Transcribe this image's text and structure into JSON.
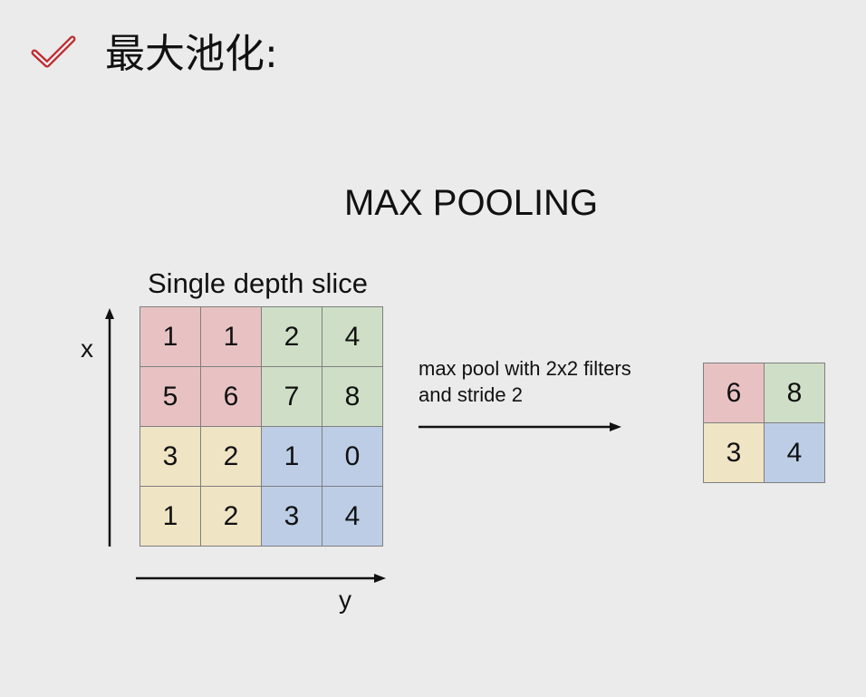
{
  "heading": "最大池化:",
  "title": "MAX POOLING",
  "grid_caption": "Single depth slice",
  "axis_labels": {
    "vertical": "x",
    "horizontal": "y"
  },
  "operation": {
    "line1": "max pool with 2x2 filters",
    "line2": "and stride 2"
  },
  "colors": {
    "check": "#c0292f",
    "red": "#e8c2c3",
    "green": "#cfdfc7",
    "yellow": "#efe4c4",
    "blue": "#bdcde6"
  },
  "input_grid": [
    [
      "1",
      "1",
      "2",
      "4"
    ],
    [
      "5",
      "6",
      "7",
      "8"
    ],
    [
      "3",
      "2",
      "1",
      "0"
    ],
    [
      "1",
      "2",
      "3",
      "4"
    ]
  ],
  "output_grid": [
    [
      "6",
      "8"
    ],
    [
      "3",
      "4"
    ]
  ]
}
